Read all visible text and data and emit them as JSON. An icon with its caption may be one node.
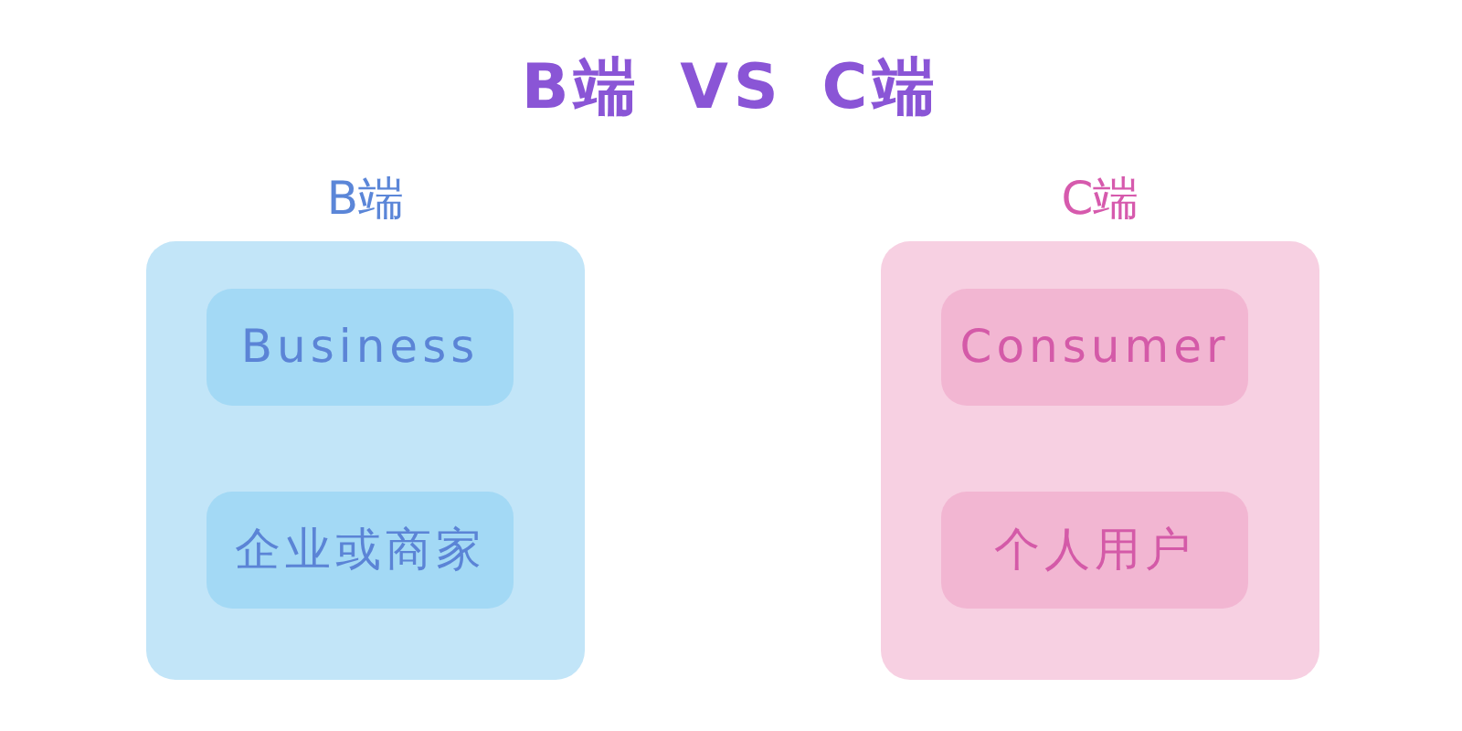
{
  "diagram": {
    "title": "B端 VS C端",
    "nodes": [
      {
        "text": [
          "B端"
        ]
      },
      {
        "text": [
          "Business"
        ],
        "in": 0
      },
      {
        "text": [
          "企业或商家"
        ],
        "in": 0
      },
      {
        "text": [
          "C端"
        ]
      },
      {
        "text": [
          "Consumer"
        ],
        "in": 3
      },
      {
        "text": [
          "个人用户"
        ],
        "in": 3
      }
    ]
  }
}
